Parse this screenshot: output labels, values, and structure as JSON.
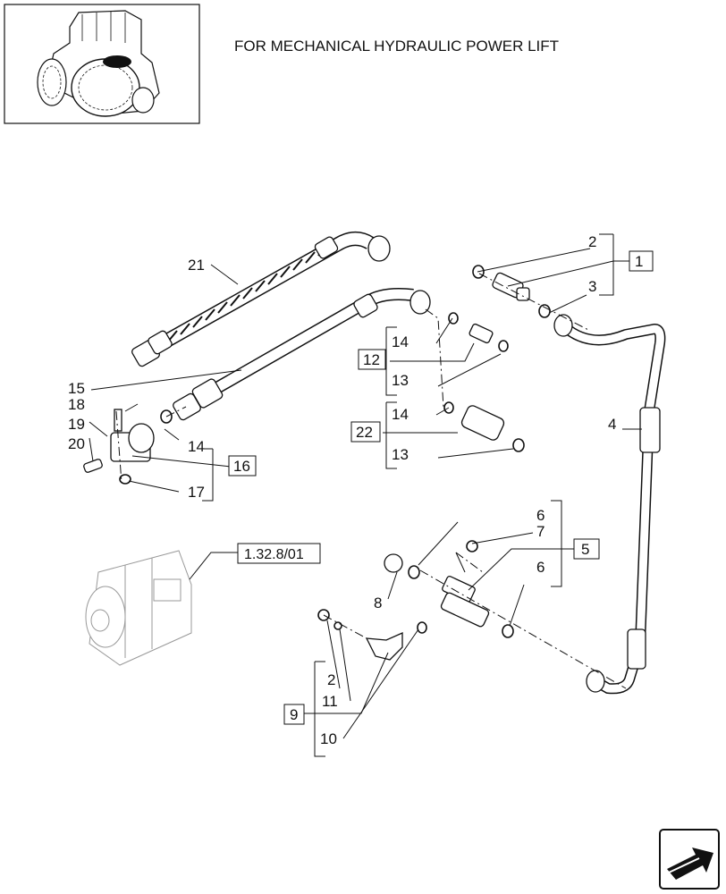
{
  "title": "FOR MECHANICAL HYDRAULIC POWER LIFT",
  "reference": "1.32.8/01",
  "callouts": {
    "c1": "1",
    "c2a": "2",
    "c2b": "2",
    "c3": "3",
    "c4": "4",
    "c5": "5",
    "c6a": "6",
    "c6b": "6",
    "c7": "7",
    "c8": "8",
    "c9": "9",
    "c10": "10",
    "c11": "11",
    "c12": "12",
    "c13a": "13",
    "c13b": "13",
    "c14a": "14",
    "c14b": "14",
    "c14c": "14",
    "c15": "15",
    "c16": "16",
    "c17": "17",
    "c18": "18",
    "c19": "19",
    "c20": "20",
    "c21": "21",
    "c22": "22"
  },
  "icons": {
    "thumbnail": "tractor-thumbnail-icon",
    "navigation": "next-page-arrow-icon"
  }
}
